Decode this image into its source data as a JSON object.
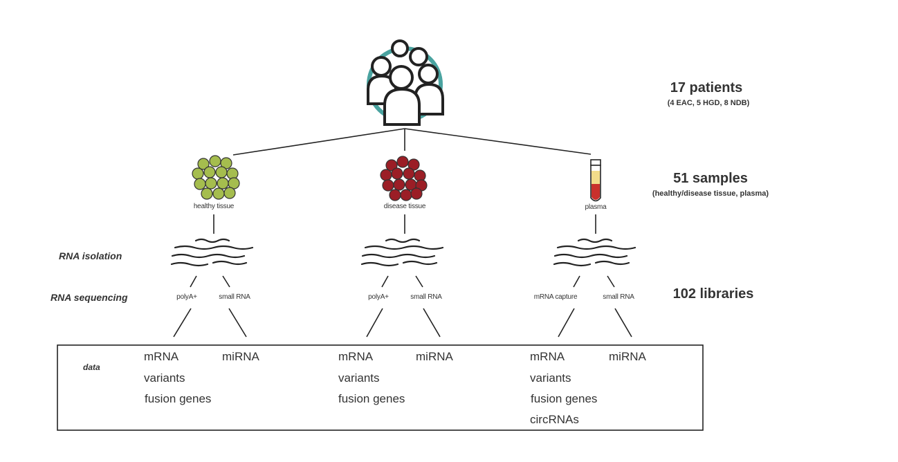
{
  "summary": {
    "patients_main": "17 patients",
    "patients_sub": "(4 EAC, 5 HGD, 8 NDB)",
    "samples_main": "51 samples",
    "samples_sub": "(healthy/disease tissue, plasma)",
    "libraries_main": "102 libraries"
  },
  "steps": {
    "rna_isolation": "RNA isolation",
    "rna_sequencing": "RNA sequencing"
  },
  "samples": [
    {
      "label": "healthy tissue",
      "color": "#a5bd4e",
      "lib_left": "polyA+",
      "lib_right": "small RNA"
    },
    {
      "label": "disease tissue",
      "color": "#9b1e26",
      "lib_left": "polyA+",
      "lib_right": "small RNA"
    },
    {
      "label": "plasma",
      "color": "#c9302c",
      "lib_left": "mRNA capture",
      "lib_right": "small RNA"
    }
  ],
  "data_box": {
    "title": "data",
    "columns": [
      {
        "left": [
          "mRNA",
          "variants",
          "fusion genes"
        ],
        "right": "miRNA"
      },
      {
        "left": [
          "mRNA",
          "variants",
          "fusion genes"
        ],
        "right": "miRNA"
      },
      {
        "left": [
          "mRNA",
          "variants",
          "fusion genes",
          "circRNAs"
        ],
        "right": "miRNA"
      }
    ]
  },
  "colors": {
    "patients_accent": "#4aa3a0",
    "healthy_tissue": "#a5bd4e",
    "disease_tissue": "#9b1e26",
    "plasma_top": "#f2dc8a",
    "plasma_bottom": "#c9302c"
  },
  "icons": [
    "patients-group-icon",
    "healthy-tissue-icon",
    "disease-tissue-icon",
    "plasma-tube-icon",
    "rna-strands-icon"
  ]
}
